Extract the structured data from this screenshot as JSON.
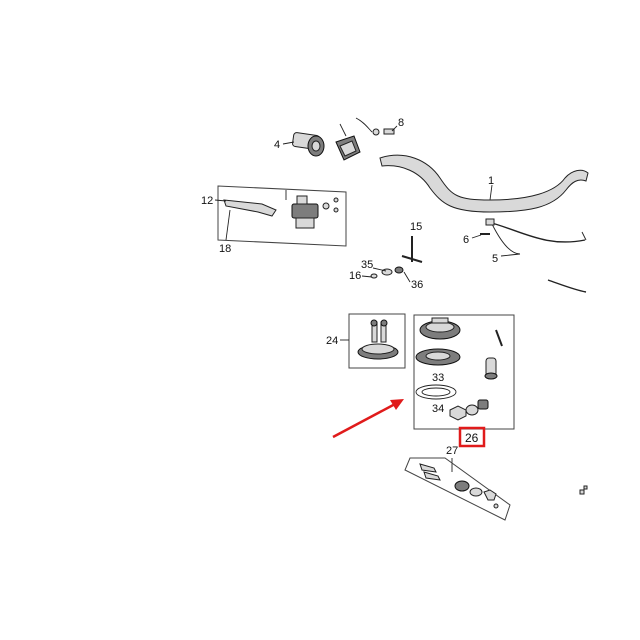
{
  "labels": {
    "l1": "1",
    "l4": "4",
    "l5": "5",
    "l6": "6",
    "l8": "8",
    "l12": "12",
    "l15": "15",
    "l16": "16",
    "l18": "18",
    "l24": "24",
    "l26": "26",
    "l27": "27",
    "l33": "33",
    "l34": "34",
    "l35": "35",
    "l36": "36"
  },
  "highlight": {
    "label_key": "l26",
    "color": "#e01b1b"
  },
  "arrow": {
    "color": "#e01b1b"
  }
}
